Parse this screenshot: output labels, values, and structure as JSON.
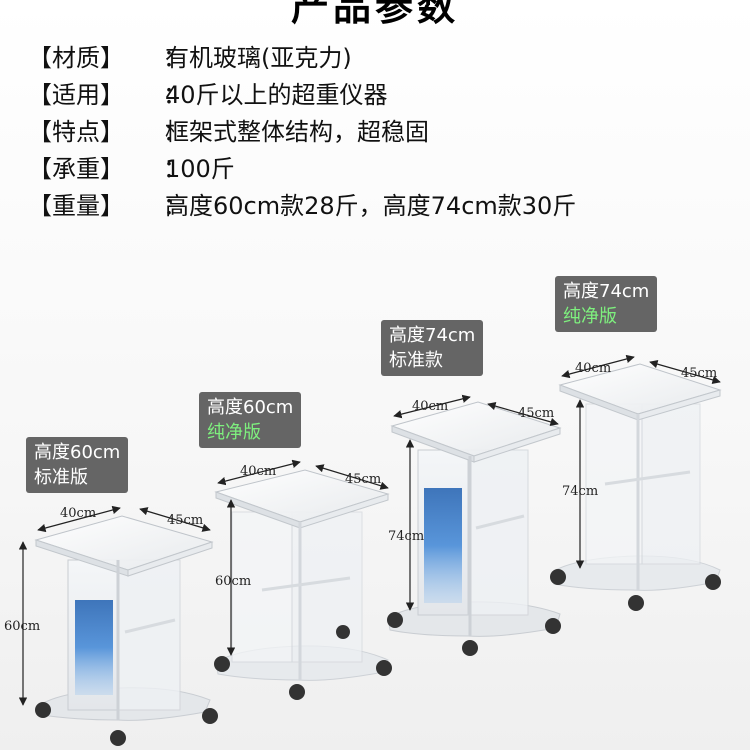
{
  "title": "产品参数",
  "specs": [
    {
      "key": "【材质】",
      "sep": "：",
      "value": "有机玻璃(亚克力)"
    },
    {
      "key": "【适用】",
      "sep": "：",
      "value": "40斤以上的超重仪器"
    },
    {
      "key": "【特点】",
      "sep": "：",
      "value": "框架式整体结构，超稳固"
    },
    {
      "key": "【承重】",
      "sep": "：",
      "value": "100斤"
    },
    {
      "key": "【重量】",
      "sep": "：",
      "value": "高度60cm款28斤，高度74cm款30斤"
    }
  ],
  "models": [
    {
      "line1": "高度60cm",
      "line2": "标准版",
      "line2_color": "#ffffff",
      "width": "40cm",
      "depth": "45cm",
      "height": "60cm"
    },
    {
      "line1": "高度60cm",
      "line2": "纯净版",
      "line2_color": "#7ef07e",
      "width": "40cm",
      "depth": "45cm",
      "height": "60cm"
    },
    {
      "line1": "高度74cm",
      "line2": "标准款",
      "line2_color": "#ffffff",
      "width": "40cm",
      "depth": "45cm",
      "height": "74cm"
    },
    {
      "line1": "高度74cm",
      "line2": "纯净版",
      "line2_color": "#7ef07e",
      "width": "40cm",
      "depth": "45cm",
      "height": "74cm"
    }
  ]
}
